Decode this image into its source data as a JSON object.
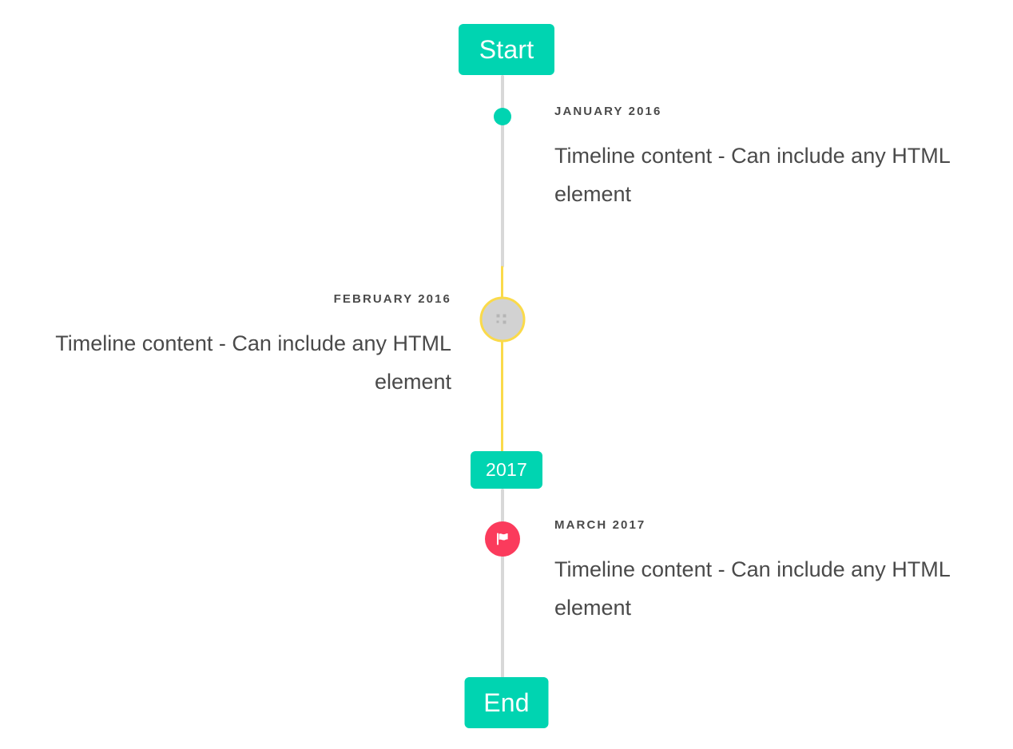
{
  "timeline": {
    "axis_color": "#d8d8d8",
    "accent_color": "#fada4a",
    "brand_color": "#00d4b1",
    "flag_color": "#fb3b5c",
    "start_badge": {
      "label": "Start"
    },
    "mid_badge": {
      "label": "2017"
    },
    "end_badge": {
      "label": "End"
    },
    "items": [
      {
        "date": "JANUARY 2016",
        "text": "Timeline content - Can include any HTML element",
        "side": "right",
        "marker": "dot",
        "marker_color": "#00d4b1"
      },
      {
        "date": "FEBRUARY 2016",
        "text": "Timeline content - Can include any HTML element",
        "side": "left",
        "marker": "image-placeholder",
        "marker_color": "#d2d2d2",
        "marker_ring_color": "#fada4a"
      },
      {
        "date": "MARCH 2017",
        "text": "Timeline content - Can include any HTML element",
        "side": "right",
        "marker": "flag",
        "marker_color": "#fb3b5c"
      }
    ]
  }
}
